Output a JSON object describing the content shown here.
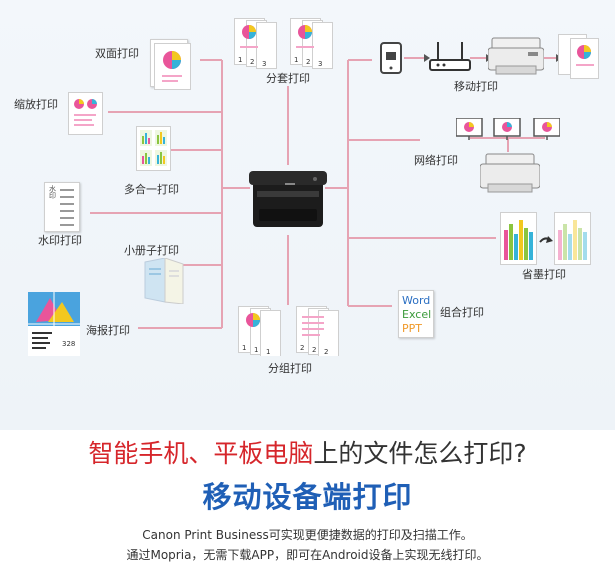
{
  "diagram": {
    "features": {
      "duplex": "双面打印",
      "zoom": "缩放打印",
      "nup": "多合一打印",
      "watermark": "水印打印",
      "booklet": "小册子打印",
      "poster": "海报打印",
      "collate": "分套打印",
      "group": "分组打印",
      "mobile": "移动打印",
      "network": "网络打印",
      "toner_save": "省墨打印",
      "combine": "组合打印"
    },
    "office_logo": {
      "word": "Word",
      "excel": "Excel",
      "ppt": "PPT"
    },
    "doc_labels": {
      "collate_nums": [
        "1",
        "2",
        "3",
        "1",
        "2",
        "3"
      ],
      "group_nums": [
        "1",
        "1",
        "1",
        "2",
        "2",
        "2"
      ],
      "watermark_chars": "水印",
      "poster_number": "328"
    },
    "colors": {
      "connector": "#e6a3b3",
      "chart_pink": "#e9559a",
      "chart_yellow": "#f2c81f",
      "chart_cyan": "#36b3d9",
      "chart_green": "#8bc53f"
    }
  },
  "headline": {
    "highlight": "智能手机、平板电脑",
    "rest": "上的文件怎么打印?"
  },
  "subheadline": "移动设备端打印",
  "description": {
    "line1": "Canon Print Business可实现更便捷数据的打印及扫描工作。",
    "line2": "通过Mopria，无需下载APP，即可在Android设备上实现无线打印。"
  }
}
